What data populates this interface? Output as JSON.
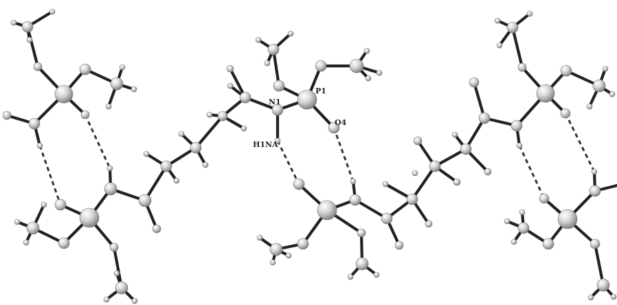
{
  "labels": {
    "n1": "N1",
    "p1": "P1",
    "o4": "O4",
    "h1na": "H1NA"
  },
  "colors": {
    "bond": "#222222",
    "atom_light": "#ffffff",
    "atom_mid": "#c9c9c9",
    "atom_dark": "#7a7a7a"
  }
}
